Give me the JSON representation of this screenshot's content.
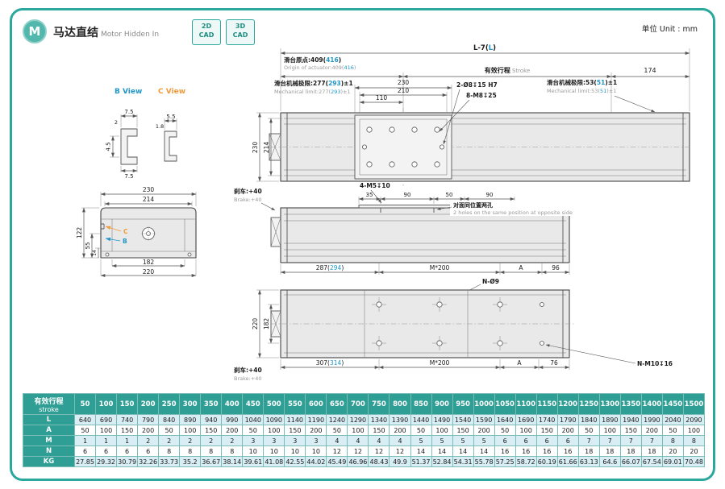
{
  "header": {
    "badge": "M",
    "title_cn": "马达直结",
    "title_en": "Motor Hidden In",
    "cad_2d": {
      "line1": "2D",
      "line2": "CAD"
    },
    "cad_3d": {
      "line1": "3D",
      "line2": "CAD"
    },
    "unit": "单位 Unit : mm"
  },
  "views": {
    "b_label": "B View",
    "c_label": "C View"
  },
  "bview": {
    "d2": "2",
    "d75_top": "7.5",
    "d45": "4.5",
    "d75_bot": "7.5"
  },
  "cview": {
    "d18": "1.8",
    "d55": "5.5"
  },
  "section": {
    "top_230": "230",
    "top_214": "214",
    "left_122": "122",
    "left_55": "55",
    "left_14": "14",
    "bot_182": "182",
    "bot_220": "220",
    "mark_c": "C",
    "mark_b": "B"
  },
  "plan": {
    "total_p1": "L-7(",
    "total_p2": "L",
    "total_p3": ")",
    "origin_cn_p1": "滑台原点:409(",
    "origin_cn_p2": "416",
    "origin_cn_p3": ")",
    "origin_en_p1": "Origin of actuator:409(",
    "origin_en_p2": "416",
    "origin_en_p3": ")",
    "stroke_cn": "有效行程",
    "stroke_en": " Stroke",
    "d174": "174",
    "d230": "230",
    "d210": "210",
    "d110": "110",
    "holes_dowel": "2-Ø8↧15 H7",
    "holes_tap": "8-M8↧25",
    "limL_cn_p1": "滑台机械极限:277(",
    "limL_cn_p2": "293",
    "limL_cn_p3": ")±1",
    "limL_en_p1": "Mechanical limit:277(",
    "limL_en_p2": "293",
    "limL_en_p3": ")±1",
    "limR_cn_p1": "滑台机械极限:53(",
    "limR_cn_p2": "51",
    "limR_cn_p3": ")±1",
    "limR_en_p1": "Mechanical limit:53(",
    "limR_en_p2": "51",
    "limR_en_p3": ")±1",
    "v230": "230",
    "v214": "214"
  },
  "side": {
    "brake_cn": "刹车:+40",
    "brake_en": "Brake:+40",
    "m5": "4-M5↧10",
    "d35": "35",
    "d90a": "90",
    "d50": "50",
    "d90b": "90",
    "note_cn": "对面同位置两孔",
    "note_en": "2 holes on the same position at opposite side",
    "d287_p1": "287(",
    "d287_p2": "294",
    "d287_p3": ")",
    "m200": "M*200",
    "a": "A",
    "d96": "96",
    "n9": "N-Ø9"
  },
  "bottom": {
    "v220": "220",
    "v182": "182",
    "brake_cn": "刹车:+40",
    "brake_en": "Brake:+40",
    "d307_p1": "307(",
    "d307_p2": "314",
    "d307_p3": ")",
    "m200": "M*200",
    "a": "A",
    "d76": "76",
    "m10": "N-M10↧16"
  },
  "table": {
    "corner_cn": "有效行程",
    "corner_en": "stroke",
    "stroke_values": [
      "50",
      "100",
      "150",
      "200",
      "250",
      "300",
      "350",
      "400",
      "450",
      "500",
      "550",
      "600",
      "650",
      "700",
      "750",
      "800",
      "850",
      "900",
      "950",
      "1000",
      "1050",
      "1100",
      "1150",
      "1200",
      "1250",
      "1300",
      "1350",
      "1400",
      "1450",
      "1500"
    ],
    "rows": [
      {
        "label": "L",
        "values": [
          "640",
          "690",
          "740",
          "790",
          "840",
          "890",
          "940",
          "990",
          "1040",
          "1090",
          "1140",
          "1190",
          "1240",
          "1290",
          "1340",
          "1390",
          "1440",
          "1490",
          "1540",
          "1590",
          "1640",
          "1690",
          "1740",
          "1790",
          "1840",
          "1890",
          "1940",
          "1990",
          "2040",
          "2090"
        ]
      },
      {
        "label": "A",
        "values": [
          "50",
          "100",
          "150",
          "200",
          "50",
          "100",
          "150",
          "200",
          "50",
          "100",
          "150",
          "200",
          "50",
          "100",
          "150",
          "200",
          "50",
          "100",
          "150",
          "200",
          "50",
          "100",
          "150",
          "200",
          "50",
          "100",
          "150",
          "200",
          "50",
          "100"
        ]
      },
      {
        "label": "M",
        "values": [
          "1",
          "1",
          "1",
          "2",
          "2",
          "2",
          "2",
          "2",
          "3",
          "3",
          "3",
          "3",
          "4",
          "4",
          "4",
          "4",
          "5",
          "5",
          "5",
          "5",
          "6",
          "6",
          "6",
          "6",
          "7",
          "7",
          "7",
          "7",
          "8",
          "8"
        ]
      },
      {
        "label": "N",
        "values": [
          "6",
          "6",
          "6",
          "6",
          "8",
          "8",
          "8",
          "8",
          "10",
          "10",
          "10",
          "10",
          "12",
          "12",
          "12",
          "12",
          "14",
          "14",
          "14",
          "14",
          "16",
          "16",
          "16",
          "16",
          "18",
          "18",
          "18",
          "18",
          "20",
          "20"
        ]
      },
      {
        "label": "KG",
        "values": [
          "27.85",
          "29.32",
          "30.79",
          "32.26",
          "33.73",
          "35.2",
          "36.67",
          "38.14",
          "39.61",
          "41.08",
          "42.55",
          "44.02",
          "45.49",
          "46.96",
          "48.43",
          "49.9",
          "51.37",
          "52.84",
          "54.31",
          "55.78",
          "57.25",
          "58.72",
          "60.19",
          "61.66",
          "63.13",
          "64.6",
          "66.07",
          "67.54",
          "69.01",
          "70.48"
        ]
      }
    ]
  },
  "colors": {
    "accent": "#2ba89d",
    "blue": "#2196c9",
    "orange": "#f2993b"
  }
}
